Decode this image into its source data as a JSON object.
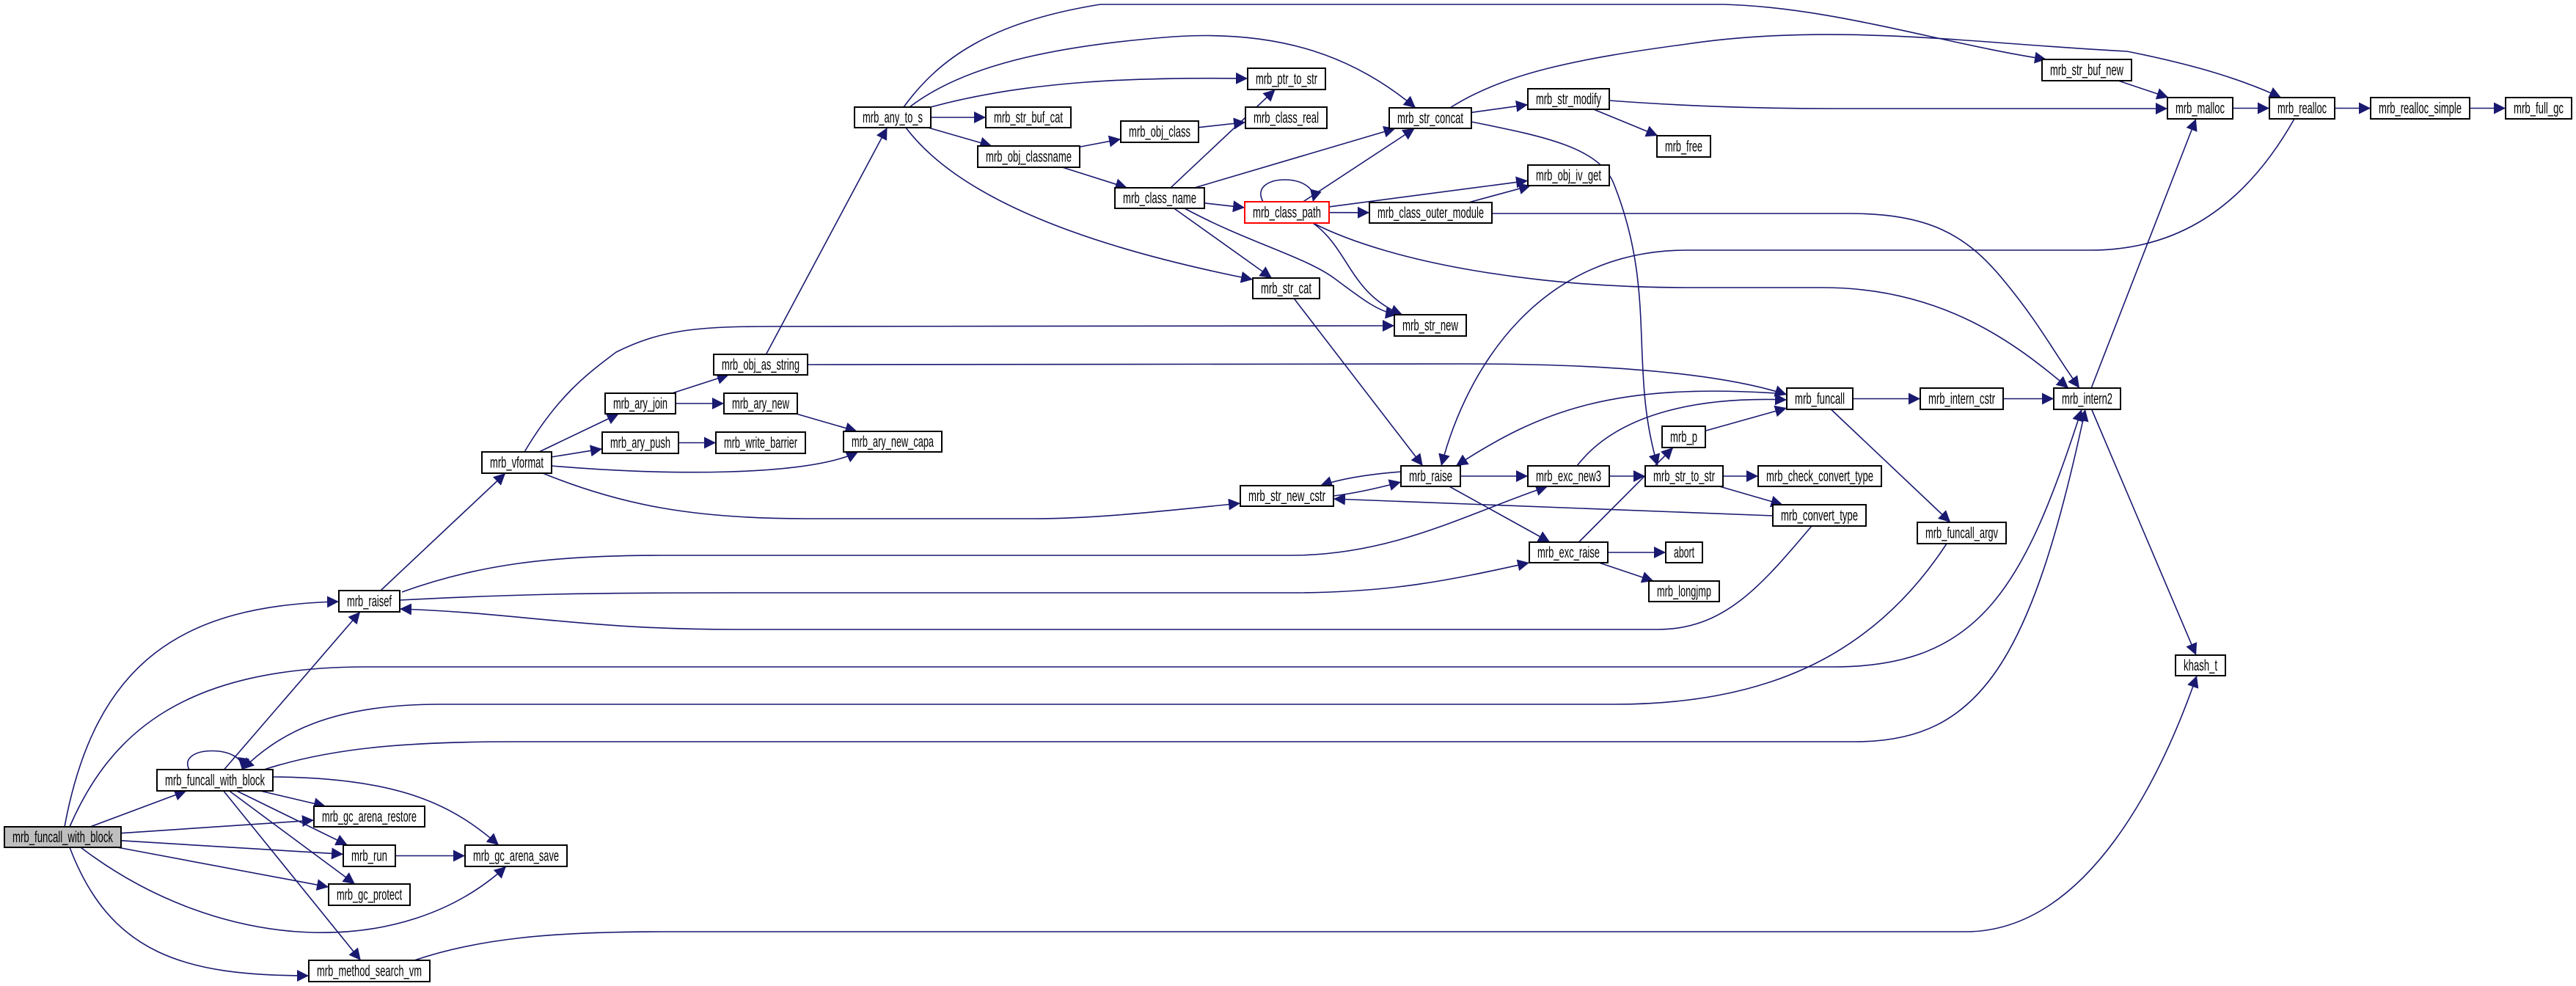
{
  "graph": {
    "title": "mrb_funcall_with_block call graph",
    "colors": {
      "edge": "#191970",
      "root_fill": "#bfbfbf",
      "highlight_border": "#ff0000",
      "node_border": "#000000"
    },
    "root": "root",
    "highlighted": [
      "class_path"
    ],
    "nodes": {
      "root": "mrb_funcall_with_block",
      "fwb": "mrb_funcall_with_block",
      "raisef": "mrb_raisef",
      "restore": "mrb_gc_arena_restore",
      "run": "mrb_run",
      "save": "mrb_gc_arena_save",
      "protect": "mrb_gc_protect",
      "msvm": "mrb_method_search_vm",
      "vformat": "mrb_vformat",
      "ary_join": "mrb_ary_join",
      "ary_new": "mrb_ary_new",
      "ary_push": "mrb_ary_push",
      "write_barrier": "mrb_write_barrier",
      "obj_as_string": "mrb_obj_as_string",
      "ary_new_capa": "mrb_ary_new_capa",
      "any_to_s": "mrb_any_to_s",
      "str_buf_cat": "mrb_str_buf_cat",
      "ptr_to_str": "mrb_ptr_to_str",
      "obj_class": "mrb_obj_class",
      "class_real": "mrb_class_real",
      "obj_classname": "mrb_obj_classname",
      "class_name": "mrb_class_name",
      "class_path": "mrb_class_path",
      "str_concat": "mrb_str_concat",
      "str_modify": "mrb_str_modify",
      "obj_iv_get": "mrb_obj_iv_get",
      "class_outer_module": "mrb_class_outer_module",
      "str_cat": "mrb_str_cat",
      "str_new": "mrb_str_new",
      "raise": "mrb_raise",
      "exc_new3": "mrb_exc_new3",
      "str_new_cstr": "mrb_str_new_cstr",
      "free": "mrb_free",
      "str_buf_new": "mrb_str_buf_new",
      "malloc": "mrb_malloc",
      "realloc": "mrb_realloc",
      "realloc_simple": "mrb_realloc_simple",
      "full_gc": "mrb_full_gc",
      "funcall": "mrb_funcall",
      "intern_cstr": "mrb_intern_cstr",
      "intern2": "mrb_intern2",
      "check_convert_type": "mrb_check_convert_type",
      "mrb_p": "mrb_p",
      "str_to_str": "mrb_str_to_str",
      "exc_raise": "mrb_exc_raise",
      "abort": "abort",
      "longjmp": "mrb_longjmp",
      "convert_type": "mrb_convert_type",
      "funcall_argv": "mrb_funcall_argv",
      "khash_t": "khash_t"
    },
    "edges": [
      [
        "root",
        "raisef"
      ],
      [
        "root",
        "fwb"
      ],
      [
        "root",
        "intern2"
      ],
      [
        "root",
        "restore"
      ],
      [
        "root",
        "run"
      ],
      [
        "root",
        "protect"
      ],
      [
        "root",
        "save"
      ],
      [
        "root",
        "msvm"
      ],
      [
        "fwb",
        "fwb"
      ],
      [
        "fwb",
        "raisef"
      ],
      [
        "fwb",
        "intern2"
      ],
      [
        "fwb",
        "restore"
      ],
      [
        "fwb",
        "run"
      ],
      [
        "fwb",
        "protect"
      ],
      [
        "fwb",
        "save"
      ],
      [
        "fwb",
        "msvm"
      ],
      [
        "funcall_argv",
        "fwb"
      ],
      [
        "run",
        "save"
      ],
      [
        "msvm",
        "khash_t"
      ],
      [
        "raisef",
        "vformat"
      ],
      [
        "raisef",
        "exc_new3"
      ],
      [
        "raisef",
        "exc_raise"
      ],
      [
        "convert_type",
        "raisef"
      ],
      [
        "vformat",
        "ary_join"
      ],
      [
        "vformat",
        "ary_push"
      ],
      [
        "vformat",
        "ary_new_capa"
      ],
      [
        "vformat",
        "str_new"
      ],
      [
        "vformat",
        "str_new_cstr"
      ],
      [
        "ary_join",
        "obj_as_string"
      ],
      [
        "ary_join",
        "ary_new"
      ],
      [
        "ary_new",
        "ary_new_capa"
      ],
      [
        "ary_push",
        "write_barrier"
      ],
      [
        "obj_as_string",
        "any_to_s"
      ],
      [
        "obj_as_string",
        "funcall"
      ],
      [
        "any_to_s",
        "str_buf_new"
      ],
      [
        "any_to_s",
        "str_concat"
      ],
      [
        "any_to_s",
        "ptr_to_str"
      ],
      [
        "any_to_s",
        "str_buf_cat"
      ],
      [
        "any_to_s",
        "obj_classname"
      ],
      [
        "any_to_s",
        "str_cat"
      ],
      [
        "obj_classname",
        "obj_class"
      ],
      [
        "obj_classname",
        "class_name"
      ],
      [
        "obj_class",
        "class_real"
      ],
      [
        "class_name",
        "ptr_to_str"
      ],
      [
        "class_name",
        "str_concat"
      ],
      [
        "class_name",
        "class_path"
      ],
      [
        "class_name",
        "str_cat"
      ],
      [
        "class_name",
        "str_new"
      ],
      [
        "class_path",
        "class_path"
      ],
      [
        "class_path",
        "str_concat"
      ],
      [
        "class_path",
        "obj_iv_get"
      ],
      [
        "class_path",
        "class_outer_module"
      ],
      [
        "class_path",
        "str_new"
      ],
      [
        "class_path",
        "intern2"
      ],
      [
        "class_outer_module",
        "obj_iv_get"
      ],
      [
        "class_outer_module",
        "intern2"
      ],
      [
        "str_concat",
        "str_modify"
      ],
      [
        "str_concat",
        "realloc"
      ],
      [
        "str_concat",
        "str_to_str"
      ],
      [
        "str_modify",
        "malloc"
      ],
      [
        "str_modify",
        "free"
      ],
      [
        "str_buf_new",
        "malloc"
      ],
      [
        "malloc",
        "realloc"
      ],
      [
        "realloc",
        "realloc_simple"
      ],
      [
        "realloc_simple",
        "full_gc"
      ],
      [
        "realloc",
        "raise"
      ],
      [
        "str_cat",
        "raise"
      ],
      [
        "raise",
        "str_new_cstr"
      ],
      [
        "str_new_cstr",
        "raise"
      ],
      [
        "raise",
        "exc_new3"
      ],
      [
        "raise",
        "exc_raise"
      ],
      [
        "funcall",
        "raise"
      ],
      [
        "exc_new3",
        "funcall"
      ],
      [
        "exc_new3",
        "str_to_str"
      ],
      [
        "funcall",
        "intern_cstr"
      ],
      [
        "intern_cstr",
        "intern2"
      ],
      [
        "funcall",
        "funcall_argv"
      ],
      [
        "mrb_p",
        "funcall"
      ],
      [
        "exc_raise",
        "mrb_p"
      ],
      [
        "exc_raise",
        "abort"
      ],
      [
        "exc_raise",
        "longjmp"
      ],
      [
        "str_to_str",
        "check_convert_type"
      ],
      [
        "str_to_str",
        "convert_type"
      ],
      [
        "convert_type",
        "str_new_cstr"
      ],
      [
        "intern2",
        "malloc"
      ],
      [
        "intern2",
        "khash_t"
      ]
    ]
  }
}
